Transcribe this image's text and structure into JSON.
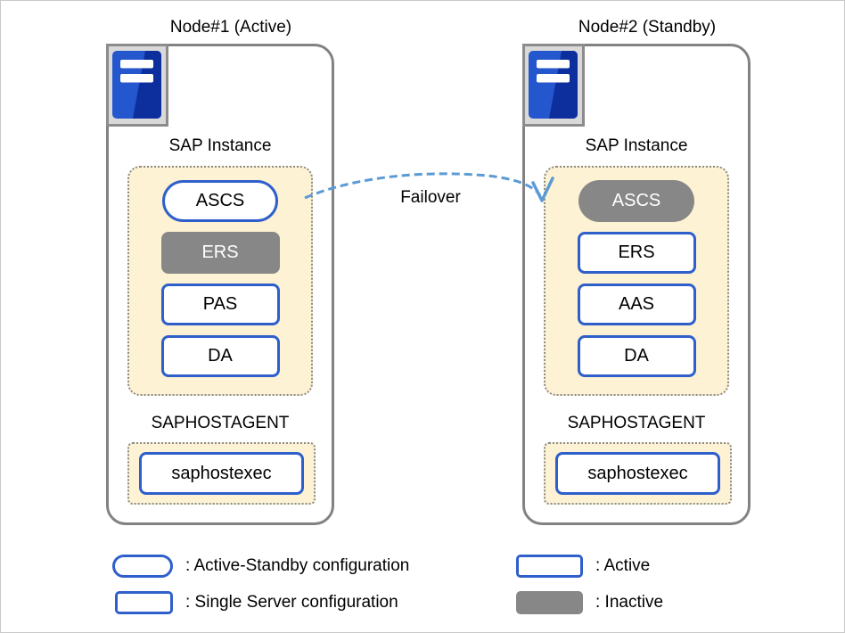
{
  "nodes": [
    {
      "title": "Node#1 (Active)",
      "instance_label": "SAP Instance",
      "items": [
        {
          "label": "ASCS",
          "shape": "pill",
          "state": "active"
        },
        {
          "label": "ERS",
          "shape": "rect",
          "state": "inactive"
        },
        {
          "label": "PAS",
          "shape": "rect",
          "state": "active"
        },
        {
          "label": "DA",
          "shape": "rect",
          "state": "active"
        }
      ],
      "hostagent_label": "SAPHOSTAGENT",
      "hostagent_item": "saphostexec"
    },
    {
      "title": "Node#2 (Standby)",
      "instance_label": "SAP Instance",
      "items": [
        {
          "label": "ASCS",
          "shape": "pill",
          "state": "inactive"
        },
        {
          "label": "ERS",
          "shape": "rect",
          "state": "active"
        },
        {
          "label": "AAS",
          "shape": "rect",
          "state": "active"
        },
        {
          "label": "DA",
          "shape": "rect",
          "state": "active"
        }
      ],
      "hostagent_label": "SAPHOSTAGENT",
      "hostagent_item": "saphostexec"
    }
  ],
  "failover_label": "Failover",
  "legend": {
    "left": [
      {
        "shape": "pill",
        "state": "active",
        "label": ": Active-Standby configuration"
      },
      {
        "shape": "rect",
        "state": "active",
        "label": ": Single Server configuration"
      }
    ],
    "right": [
      {
        "shape": "rect",
        "state": "active",
        "label": ": Active"
      },
      {
        "shape": "rect",
        "state": "inactive",
        "label": ": Inactive"
      }
    ]
  },
  "icons": {
    "server": "server-tower-icon"
  },
  "colors": {
    "accent_blue": "#2e5fcb",
    "inactive_gray": "#878787",
    "panel_cream": "#fdf2d3",
    "node_border_gray": "#828282",
    "arrow_blue": "#5b9bd5",
    "icon_blue": "#2456cd",
    "icon_blue_dark": "#0d2f9d",
    "icon_bg_gray": "#d9d9d9"
  }
}
